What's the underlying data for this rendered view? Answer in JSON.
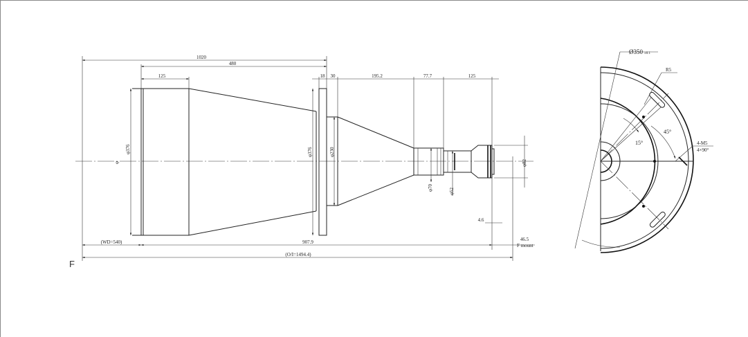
{
  "side_view": {
    "dims_top": {
      "overall": "1020",
      "rear": "480",
      "rear_cyl": "125",
      "flange": "18",
      "step": "30",
      "cone": "195.2",
      "barrel": "77.7",
      "mount_section": "125"
    },
    "diameters": {
      "rear_left": "φ376",
      "rear_right": "φ376",
      "front_cone": "φ230",
      "barrel": "φ70",
      "neck": "φ52",
      "mount": "φ82",
      "center_mark": "φ"
    },
    "dims_bottom": {
      "wd": "(WD=540)",
      "length": "907.9",
      "flange_back": "46.5",
      "mount_type": "F mount",
      "oi": "(O/I=1494.4)",
      "offset": "4.6"
    },
    "corner_label": "F"
  },
  "end_view": {
    "diameter": "Ø350",
    "tolerance": "±0.1",
    "radius": "R5",
    "angle_small": "15°",
    "angle_large": "45°",
    "thread": "4-M5",
    "thread_spacing": "4×90°"
  }
}
